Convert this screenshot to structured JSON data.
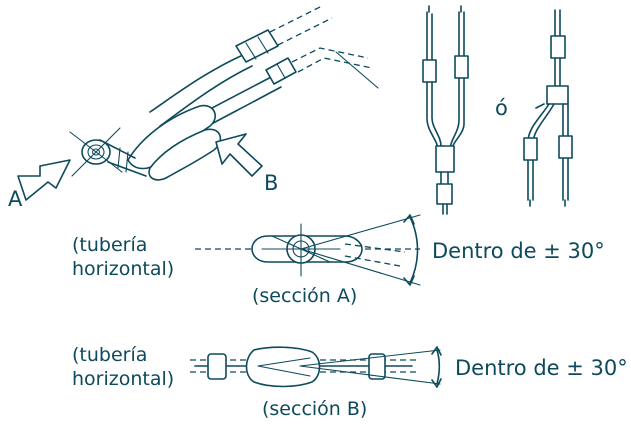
{
  "labels": {
    "label_a": "A",
    "label_b": "B",
    "label_o": "ó",
    "section_a": {
      "pipe_label_line1": "(tubería",
      "pipe_label_line2": "horizontal)",
      "angle_text": "Dentro de ± 30°",
      "caption": "(sección A)"
    },
    "section_b": {
      "pipe_label_line1": "(tubería",
      "pipe_label_line2": "horizontal)",
      "angle_text": "Dentro de ± 30°",
      "caption": "(sección B)"
    }
  },
  "colors": {
    "ink": "#0d4a5c",
    "background": "#ffffff"
  }
}
